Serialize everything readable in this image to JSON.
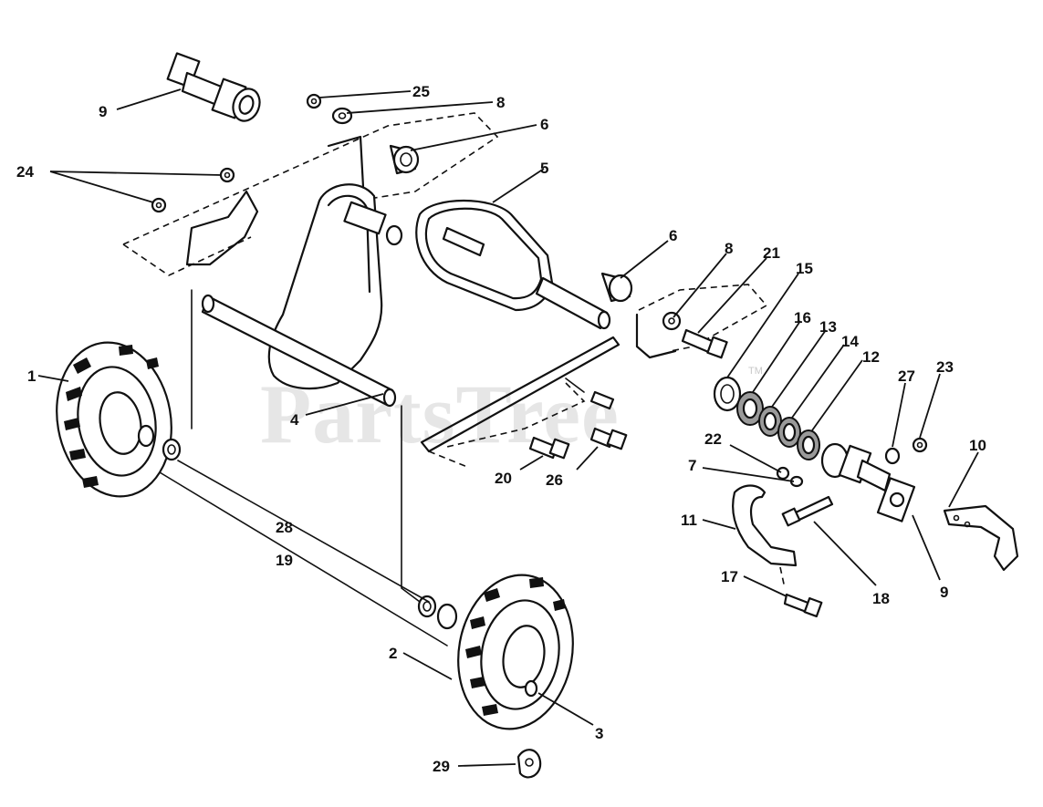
{
  "watermark": {
    "text": "PartsTree",
    "mark": "TM"
  },
  "callouts": [
    {
      "id": "c9a",
      "text": "9"
    },
    {
      "id": "c25",
      "text": "25"
    },
    {
      "id": "c8a",
      "text": "8"
    },
    {
      "id": "c6a",
      "text": "6"
    },
    {
      "id": "c24",
      "text": "24"
    },
    {
      "id": "c5",
      "text": "5"
    },
    {
      "id": "c6b",
      "text": "6"
    },
    {
      "id": "c8b",
      "text": "8"
    },
    {
      "id": "c21",
      "text": "21"
    },
    {
      "id": "c15",
      "text": "15"
    },
    {
      "id": "c16",
      "text": "16"
    },
    {
      "id": "c13",
      "text": "13"
    },
    {
      "id": "c14",
      "text": "14"
    },
    {
      "id": "c12",
      "text": "12"
    },
    {
      "id": "c27",
      "text": "27"
    },
    {
      "id": "c23",
      "text": "23"
    },
    {
      "id": "c1",
      "text": "1"
    },
    {
      "id": "c4",
      "text": "4"
    },
    {
      "id": "c22",
      "text": "22"
    },
    {
      "id": "c7",
      "text": "7"
    },
    {
      "id": "c10",
      "text": "10"
    },
    {
      "id": "c20",
      "text": "20"
    },
    {
      "id": "c26",
      "text": "26"
    },
    {
      "id": "c11",
      "text": "11"
    },
    {
      "id": "c28",
      "text": "28"
    },
    {
      "id": "c19",
      "text": "19"
    },
    {
      "id": "c17",
      "text": "17"
    },
    {
      "id": "c18",
      "text": "18"
    },
    {
      "id": "c9b",
      "text": "9"
    },
    {
      "id": "c2",
      "text": "2"
    },
    {
      "id": "c3",
      "text": "3"
    },
    {
      "id": "c29",
      "text": "29"
    }
  ]
}
